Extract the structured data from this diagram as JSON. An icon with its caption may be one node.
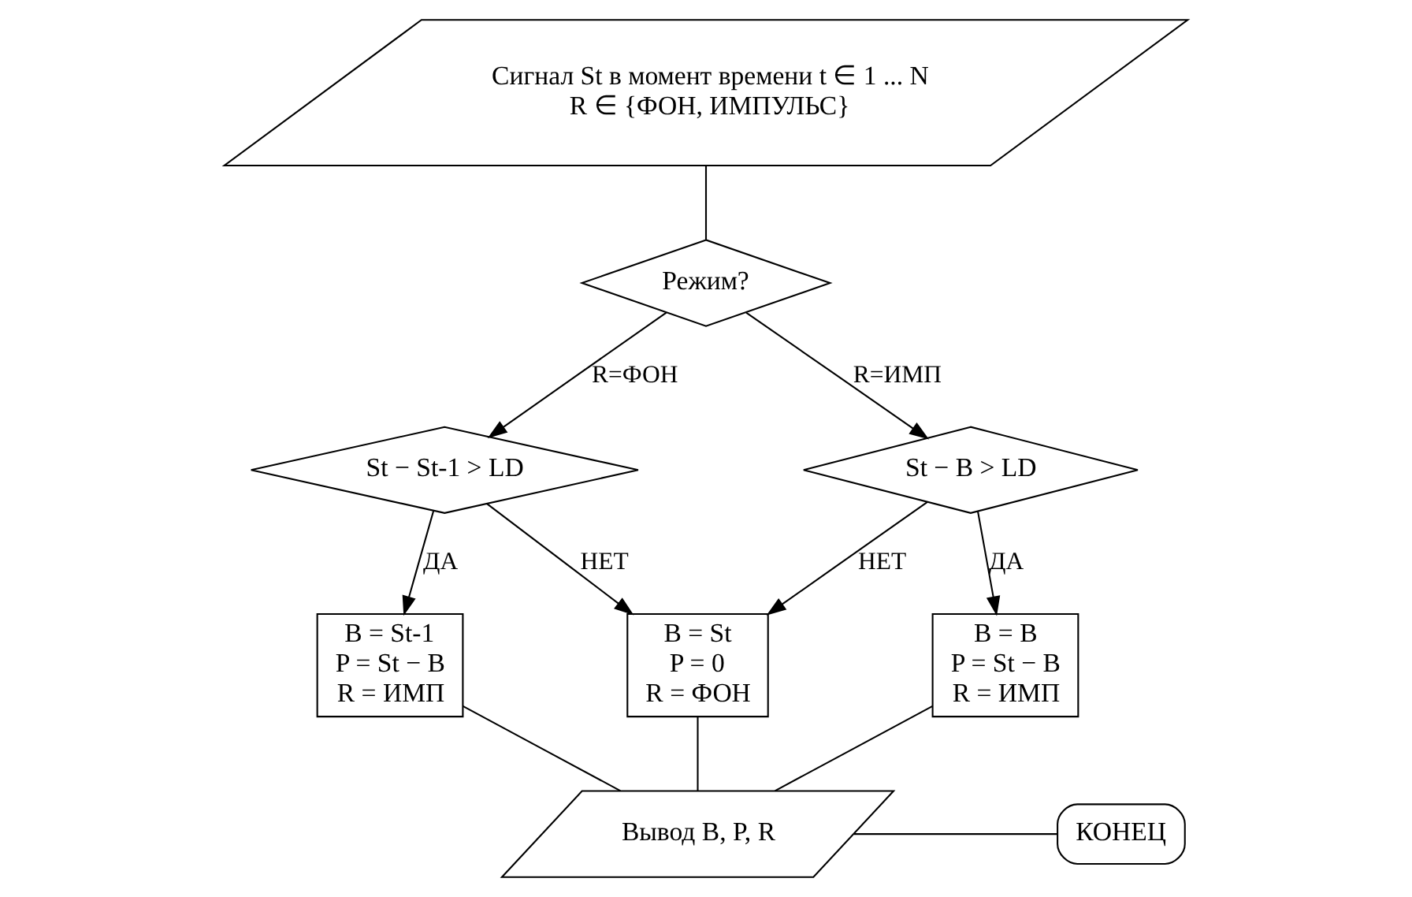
{
  "diagram": {
    "nodes": [
      {
        "text": [
          "Сигнал St в момент времени t ∈ 1 ... N",
          "R ∈ {ФОН, ИМПУЛЬС}"
        ]
      },
      {
        "text": [
          "St − St-1 > LD"
        ]
      },
      {
        "text": [
          "Режим?"
        ]
      },
      {
        "text": [
          "St − B > LD"
        ]
      },
      {
        "text": [
          "B = St-1",
          "P = St − B",
          "R = ИМП"
        ]
      },
      {
        "text": [
          "B = St",
          "P = 0",
          "R = ФОН"
        ]
      },
      {
        "text": [
          "B = B",
          "P = St − B",
          "R = ИМП"
        ]
      },
      {
        "text": [
          "Вывод B, P, R"
        ]
      },
      {
        "text": [
          "КОНЕЦ"
        ]
      }
    ],
    "edges": [
      {
        "from": 0,
        "to": 2,
        "arrow": "none"
      },
      {
        "from": 2,
        "to": 1,
        "arrow": "to",
        "label": "R=ФОН"
      },
      {
        "from": 2,
        "to": 3,
        "arrow": "to",
        "label": "R=ИМП"
      },
      {
        "from": 1,
        "to": 4,
        "arrow": "to",
        "label": "ДА"
      },
      {
        "from": 1,
        "to": 5,
        "arrow": "to",
        "label": "НЕТ"
      },
      {
        "from": 3,
        "to": 5,
        "arrow": "to",
        "label": "НЕТ"
      },
      {
        "from": 3,
        "to": 6,
        "arrow": "to",
        "label": "ДА"
      },
      {
        "from": 4,
        "to": 7,
        "arrow": "none"
      },
      {
        "from": 5,
        "to": 7,
        "arrow": "none"
      },
      {
        "from": 6,
        "to": 7,
        "arrow": "none"
      },
      {
        "from": 7,
        "to": 8,
        "arrow": "none"
      }
    ]
  }
}
